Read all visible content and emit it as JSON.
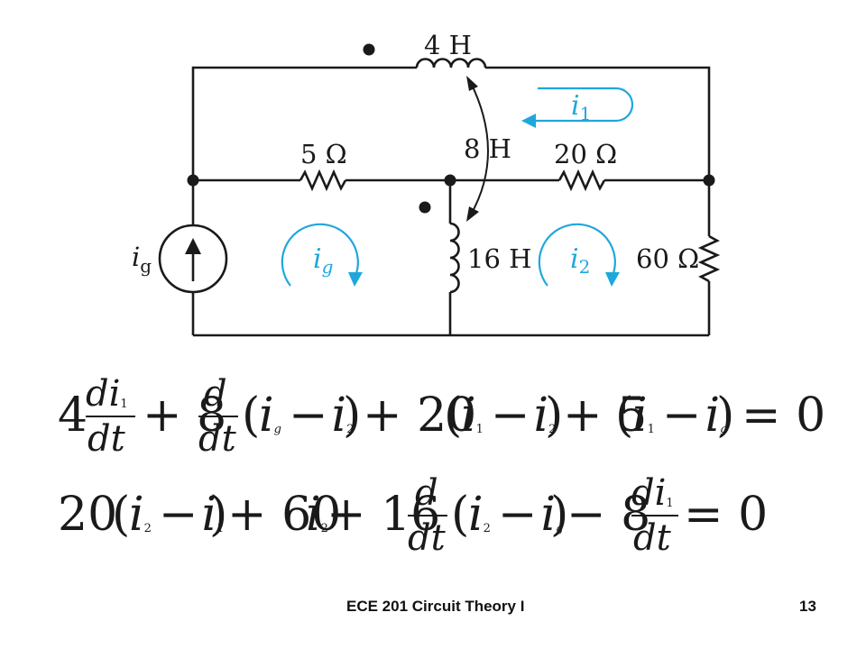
{
  "circuit": {
    "inductor_top": "4 H",
    "mutual": "8 H",
    "inductor_mid": "16 H",
    "resistor_left": "5 Ω",
    "resistor_mid": "20 Ω",
    "resistor_right": "60 Ω",
    "source_label": "i",
    "source_sub": "g",
    "loop1": "i",
    "loop1_sub": "1",
    "loop_g": "i",
    "loop_g_sub": "g",
    "loop2": "i",
    "loop2_sub": "2",
    "color_current": "#1ea7dc"
  },
  "equations": {
    "eq1": {
      "t1": "4",
      "d1": "di",
      "s1": "1",
      "den": "dt",
      "t2": "+ 8",
      "d2": "d",
      "g1a": "i",
      "g1as": "g",
      "g1m": "−",
      "g1b": "i",
      "g1bs": "2",
      "t3": "+ 20",
      "g2a": "i",
      "g2as": "1",
      "g2m": "−",
      "g2b": "i",
      "g2bs": "2",
      "t4": "+ 5",
      "g3a": "i",
      "g3as": "1",
      "g3m": "−",
      "g3b": "i",
      "g3bs": "g",
      "rhs": "= 0"
    },
    "eq2": {
      "t1": "20",
      "g1a": "i",
      "g1as": "2",
      "g1m": "−",
      "g1b": "i",
      "g1bs": "1",
      "t2": "+ 60",
      "v1": "i",
      "v1s": "2",
      "t3": "+ 16",
      "d1": "d",
      "den": "dt",
      "g2a": "i",
      "g2as": "2",
      "g2m": "−",
      "g2b": "i",
      "g2bs": "g",
      "t4": "− 8",
      "d2": "di",
      "s2": "1",
      "rhs": "= 0"
    }
  },
  "footer": {
    "title": "ECE 201 Circuit Theory I",
    "page": "13"
  }
}
